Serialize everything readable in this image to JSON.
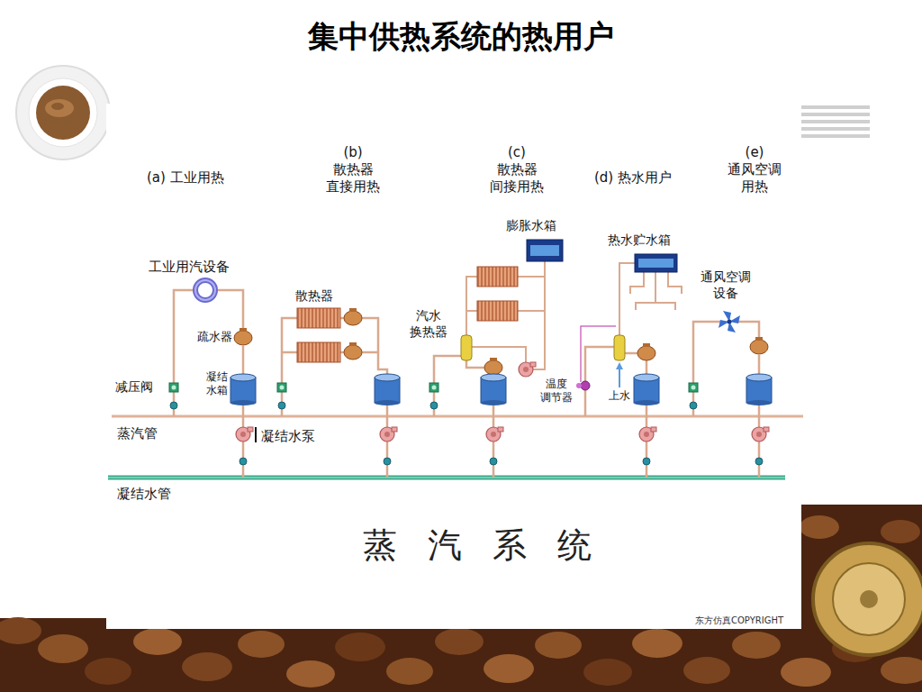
{
  "diagram": {
    "title": "集中供热系统的热用户",
    "caption": "蒸汽系统",
    "labels": [
      "(a) 工业用热",
      "(b) 散热器 直接用热",
      "(c) 散热器 间接用热",
      "(d) 热水用户",
      "(e) 通风空调 用热",
      "工业用汽设备",
      "疏水器",
      "凝结 水箱",
      "减压阀",
      "蒸汽管",
      "凝结水泵",
      "凝结水管",
      "散热器",
      "汽水 换热器",
      "膨胀水箱",
      "温度 调节器",
      "上水",
      "热水贮水箱",
      "通风空调 设备",
      "东方仿真COPYRIGHT"
    ]
  }
}
